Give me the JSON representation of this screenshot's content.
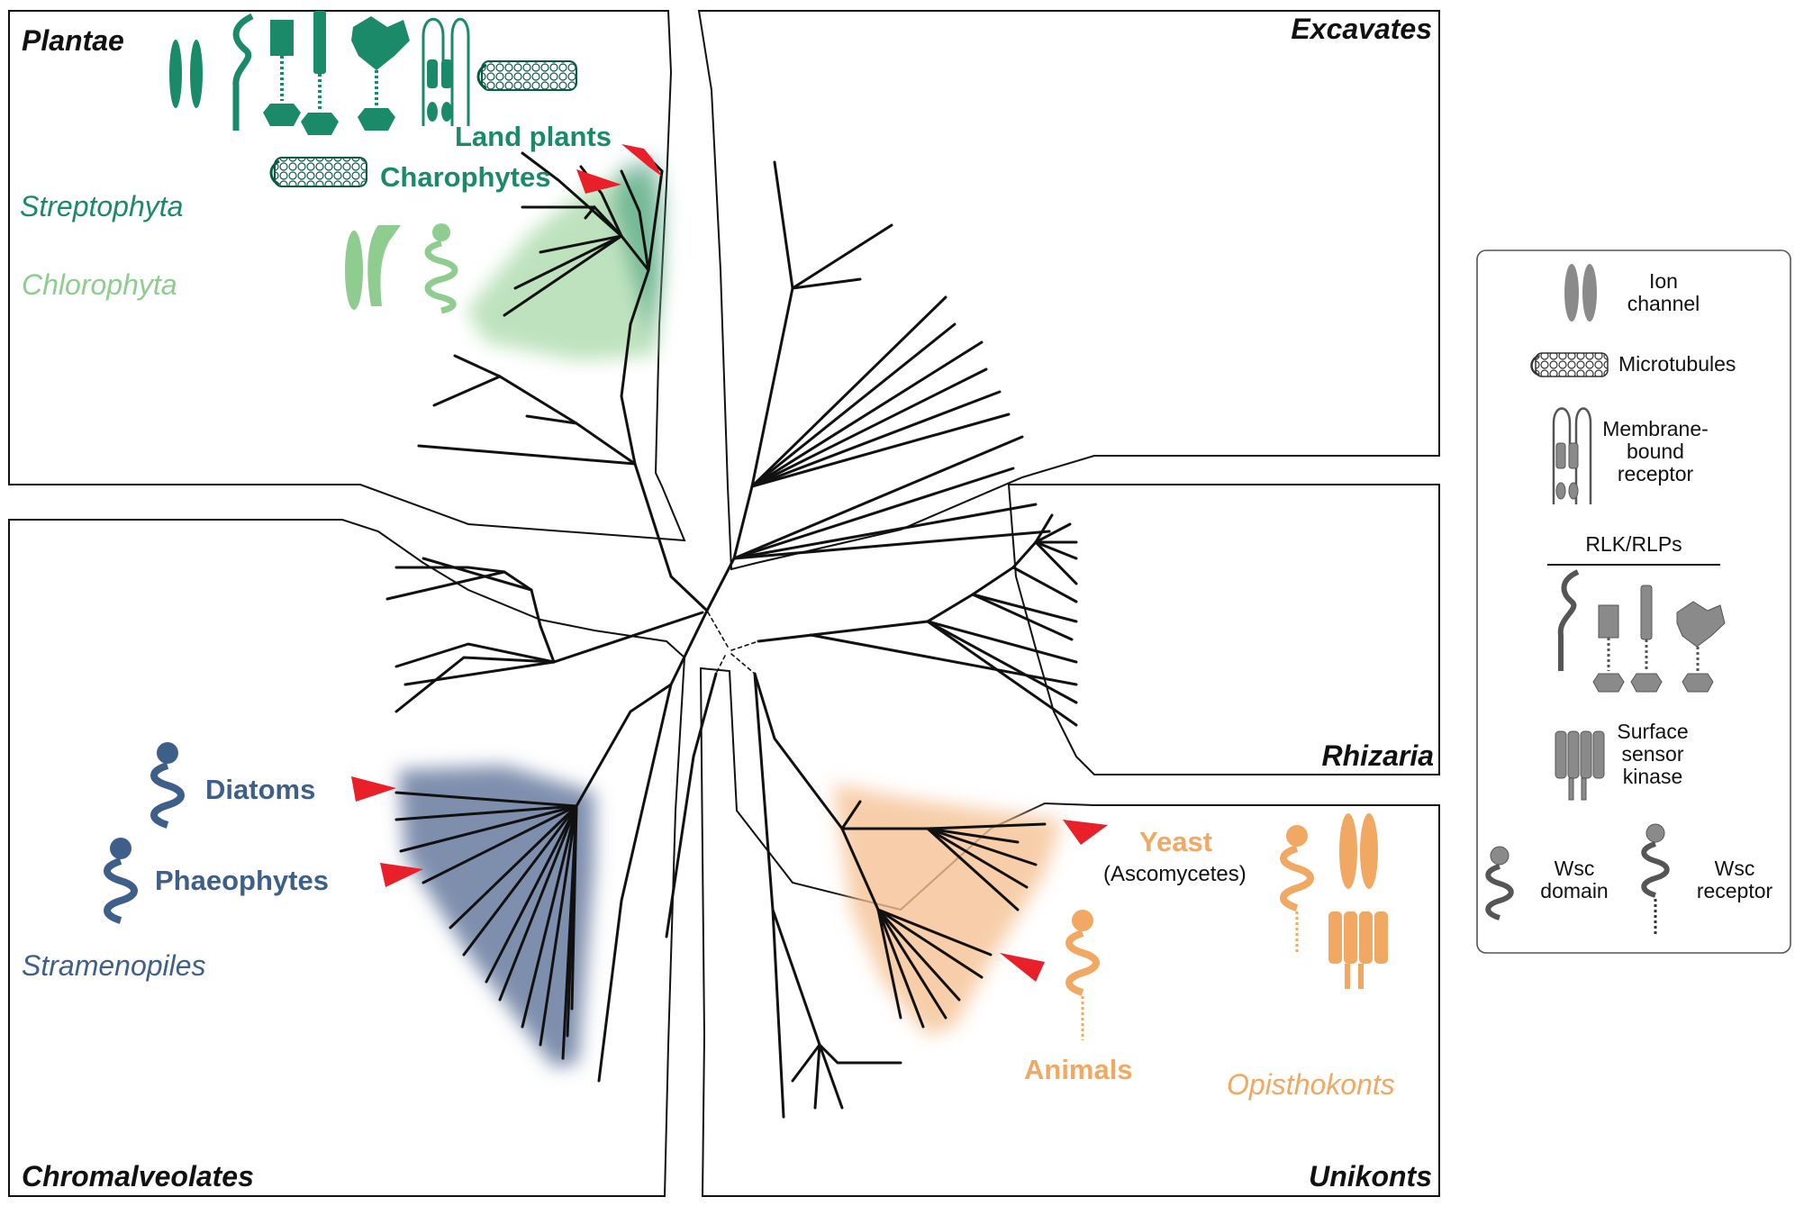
{
  "supergroups": {
    "plantae": "Plantae",
    "excavates": "Excavates",
    "rhizaria": "Rhizaria",
    "chromalveolates": "Chromalveolates",
    "unikonts": "Unikonts"
  },
  "groups": {
    "streptophyta": "Streptophyta",
    "chlorophyta": "Chlorophyta",
    "stramenopiles": "Stramenopiles",
    "opisthokonts": "Opisthokonts"
  },
  "clades": {
    "land_plants": "Land plants",
    "charophytes": "Charophytes",
    "diatoms": "Diatoms",
    "phaeophytes": "Phaeophytes",
    "yeast": "Yeast",
    "yeast_sub": "(Ascomycetes)",
    "animals": "Animals"
  },
  "legend": {
    "ion_channel_1": "Ion",
    "ion_channel_2": "channel",
    "microtubules": "Microtubules",
    "membrane_1": "Membrane-",
    "membrane_2": "bound",
    "membrane_3": "receptor",
    "rlk": "RLK/RLPs",
    "surface_1": "Surface",
    "surface_2": "sensor",
    "surface_3": "kinase",
    "wsc_domain_1": "Wsc",
    "wsc_domain_2": "domain",
    "wsc_receptor_1": "Wsc",
    "wsc_receptor_2": "receptor"
  },
  "colors": {
    "streptophyta": "#1a8a68",
    "chlorophyta": "#8fcc8f",
    "stramenopiles": "#3e5f8a",
    "opisthokonts": "#f0a862",
    "marker": "#e8202a",
    "legend_icon": "#8a8a8a"
  }
}
